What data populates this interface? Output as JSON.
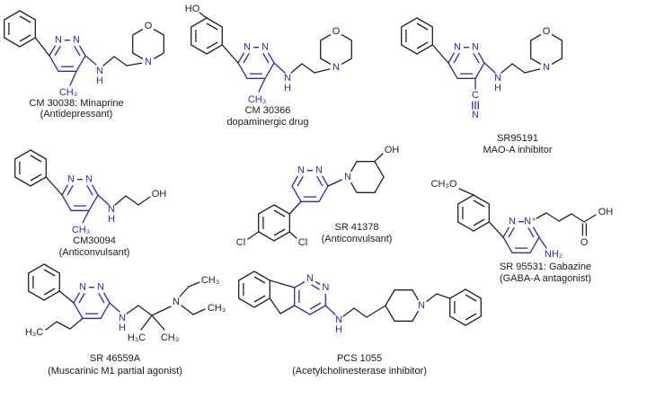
{
  "meta": {
    "background": "#ffffff",
    "bond_color": "#222222",
    "accent_blue": "#2a2ac4"
  },
  "molecules": [
    {
      "id": "minaprine",
      "caption1": "CM 30038: Minaprine",
      "caption2": "(Antidepressant)",
      "atoms": {
        "n1": "N",
        "n2": "N",
        "ch3": "CH₃",
        "nh_n": "N",
        "nh_h": "H",
        "mor_n": "N",
        "mor_o": "O"
      }
    },
    {
      "id": "cm30366",
      "caption1": "CM 30366",
      "caption2": "dopaminergic drug",
      "atoms": {
        "ho": "HO",
        "n1": "N",
        "n2": "N",
        "ch3": "CH₃",
        "nh_n": "N",
        "nh_h": "H",
        "mor_n": "N",
        "mor_o": "O"
      }
    },
    {
      "id": "sr95191",
      "caption1": "SR95191",
      "caption2": "MAO-A inhibitor",
      "atoms": {
        "n1": "N",
        "n2": "N",
        "c": "C",
        "n3": "N",
        "nh_n": "N",
        "nh_h": "H",
        "mor_n": "N",
        "mor_o": "O"
      }
    },
    {
      "id": "cm30094",
      "caption1": "CM30094",
      "caption2": "(Anticonvulsant)",
      "atoms": {
        "n1": "N",
        "n2": "N",
        "ch3": "CH₃",
        "nh_n": "N",
        "nh_h": "H",
        "oh": "OH"
      }
    },
    {
      "id": "sr41378",
      "caption1": "SR 41378",
      "caption2": "(Anticonvulsant)",
      "atoms": {
        "cl1": "Cl",
        "cl2": "Cl",
        "n1": "N",
        "n2": "N",
        "pip_n": "N",
        "oh": "OH"
      }
    },
    {
      "id": "gabazine",
      "caption1": "SR 95531: Gabazine",
      "caption2": "(GABA-A antagonist)",
      "atoms": {
        "ch3o": "CH₃O",
        "n1": "N",
        "n2": "N⁺",
        "nh2": "NH₂",
        "o": "O",
        "oh": "OH"
      }
    },
    {
      "id": "sr46559a",
      "caption1": "SR 46559A",
      "caption2": "(Muscarinic M1 partial agonist)",
      "atoms": {
        "n1": "N",
        "n2": "N",
        "h3c_propyl": "H₃C",
        "nh_n": "N",
        "nh_h": "H",
        "h3c_gem": "H₃C",
        "ch3_gem": "CH₃",
        "n3": "N",
        "ch3_et1": "CH₃",
        "ch3_et2": "CH₃"
      }
    },
    {
      "id": "pcs1055",
      "caption1": "PCS 1055",
      "caption2": "(Acetylcholinesterase inhibitor)",
      "atoms": {
        "n1": "N",
        "n2": "N",
        "nh_n": "N",
        "nh_h": "H",
        "pip_n": "N"
      }
    }
  ]
}
